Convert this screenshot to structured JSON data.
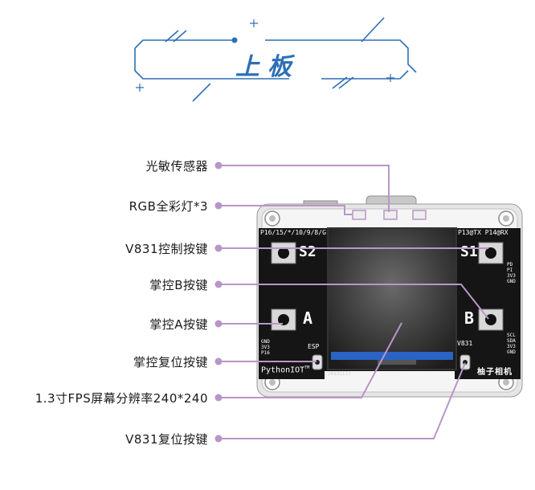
{
  "header": {
    "title": "上板"
  },
  "labels": [
    {
      "text": "光敏传感器"
    },
    {
      "text": "RGB全彩灯*3"
    },
    {
      "text": "V831控制按键"
    },
    {
      "text": "掌控B按键"
    },
    {
      "text": "掌控A按键"
    },
    {
      "text": "掌控复位按键"
    },
    {
      "text": "1.3寸FPS屏幕分辨率240*240"
    },
    {
      "text": "V831复位按键"
    }
  ],
  "board": {
    "pin_left_top": "P16/15/*/10/9/8/G",
    "pin_right_top": "P13@TX P14@RX",
    "s2": "S2",
    "s1": "S1",
    "a": "A",
    "b": "B",
    "right_pins_1": [
      "PD",
      "PI",
      "3V3",
      "GND"
    ],
    "right_pins_2": [
      "SCL",
      "SDA",
      "3V3",
      "GND"
    ],
    "left_pins": [
      "GND",
      "3V3",
      "P16"
    ],
    "esp": "ESP",
    "v831": "V831",
    "brand": "PythonIOT",
    "tm": "TM",
    "date": "2023III3",
    "maker": "柚子相机"
  },
  "colors": {
    "accent": "#2e6fb6",
    "leader": "#b995c8",
    "board": "#151515",
    "frame": "#dcdcdc"
  }
}
